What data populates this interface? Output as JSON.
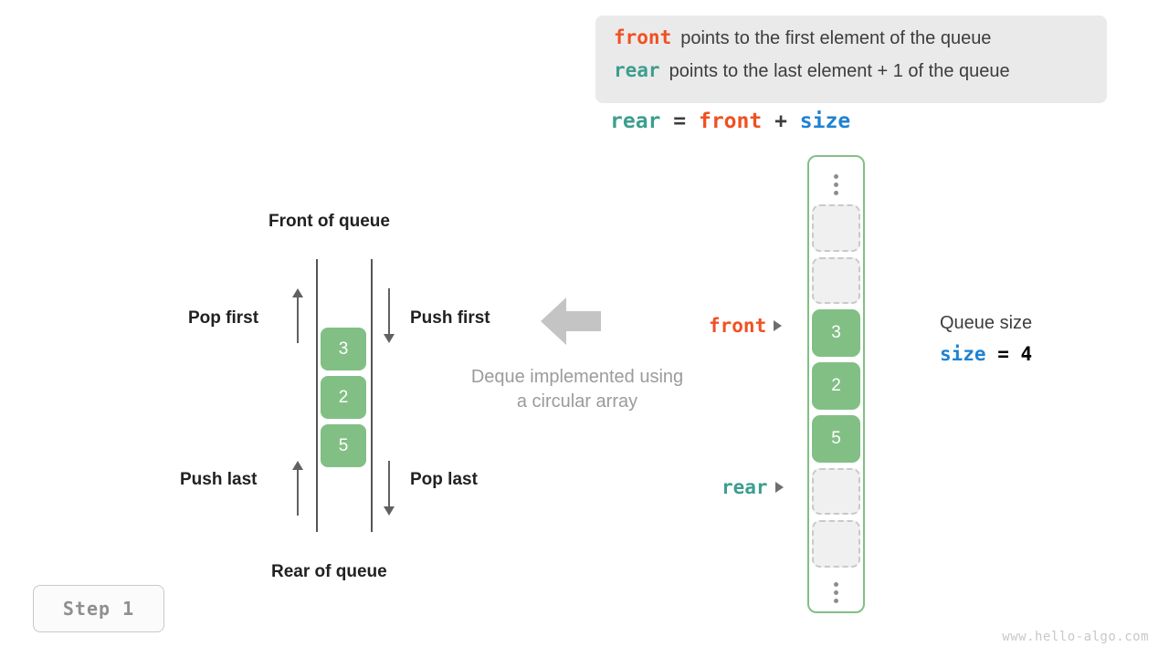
{
  "legend": {
    "lines": [
      {
        "keyword": "front",
        "keyword_color": "#f05123",
        "text": "points to the first element of the queue"
      },
      {
        "keyword": "rear",
        "keyword_color": "#3c9e8f",
        "text": "points to the last element + 1 of the queue"
      }
    ],
    "background": "#eaeaea"
  },
  "formula": {
    "lhs": "rear",
    "eq": "=",
    "rhs1": "front",
    "plus": "+",
    "rhs2": "size"
  },
  "deque": {
    "top_label": "Front of queue",
    "bottom_label": "Rear of queue",
    "ops": {
      "pop_first": "Pop first",
      "push_first": "Push first",
      "push_last": "Push last",
      "pop_last": "Pop last"
    },
    "cells": [
      "3",
      "2",
      "5"
    ],
    "caption_line1": "Deque implemented using",
    "caption_line2": "a circular array",
    "cell_color": "#82bf85"
  },
  "array": {
    "top_ellipsis": "⋮",
    "bottom_ellipsis": "⋮",
    "cells": [
      {
        "value": "",
        "state": "empty"
      },
      {
        "value": "",
        "state": "empty"
      },
      {
        "value": "3",
        "state": "filled"
      },
      {
        "value": "2",
        "state": "filled"
      },
      {
        "value": "5",
        "state": "filled"
      },
      {
        "value": "",
        "state": "empty"
      },
      {
        "value": "",
        "state": "empty"
      }
    ],
    "border_color": "#82bf85",
    "filled_color": "#82bf85",
    "empty_color": "#f0f0f0"
  },
  "pointers": {
    "front": {
      "label": "front",
      "color": "#f05123"
    },
    "rear": {
      "label": "rear",
      "color": "#3c9e8f"
    }
  },
  "queue_size": {
    "title": "Queue size",
    "var": "size",
    "eq": "=",
    "value": "4",
    "var_color": "#1f82d2"
  },
  "step_badge": {
    "label": "Step 1"
  },
  "watermark": {
    "text": "www.hello-algo.com"
  }
}
